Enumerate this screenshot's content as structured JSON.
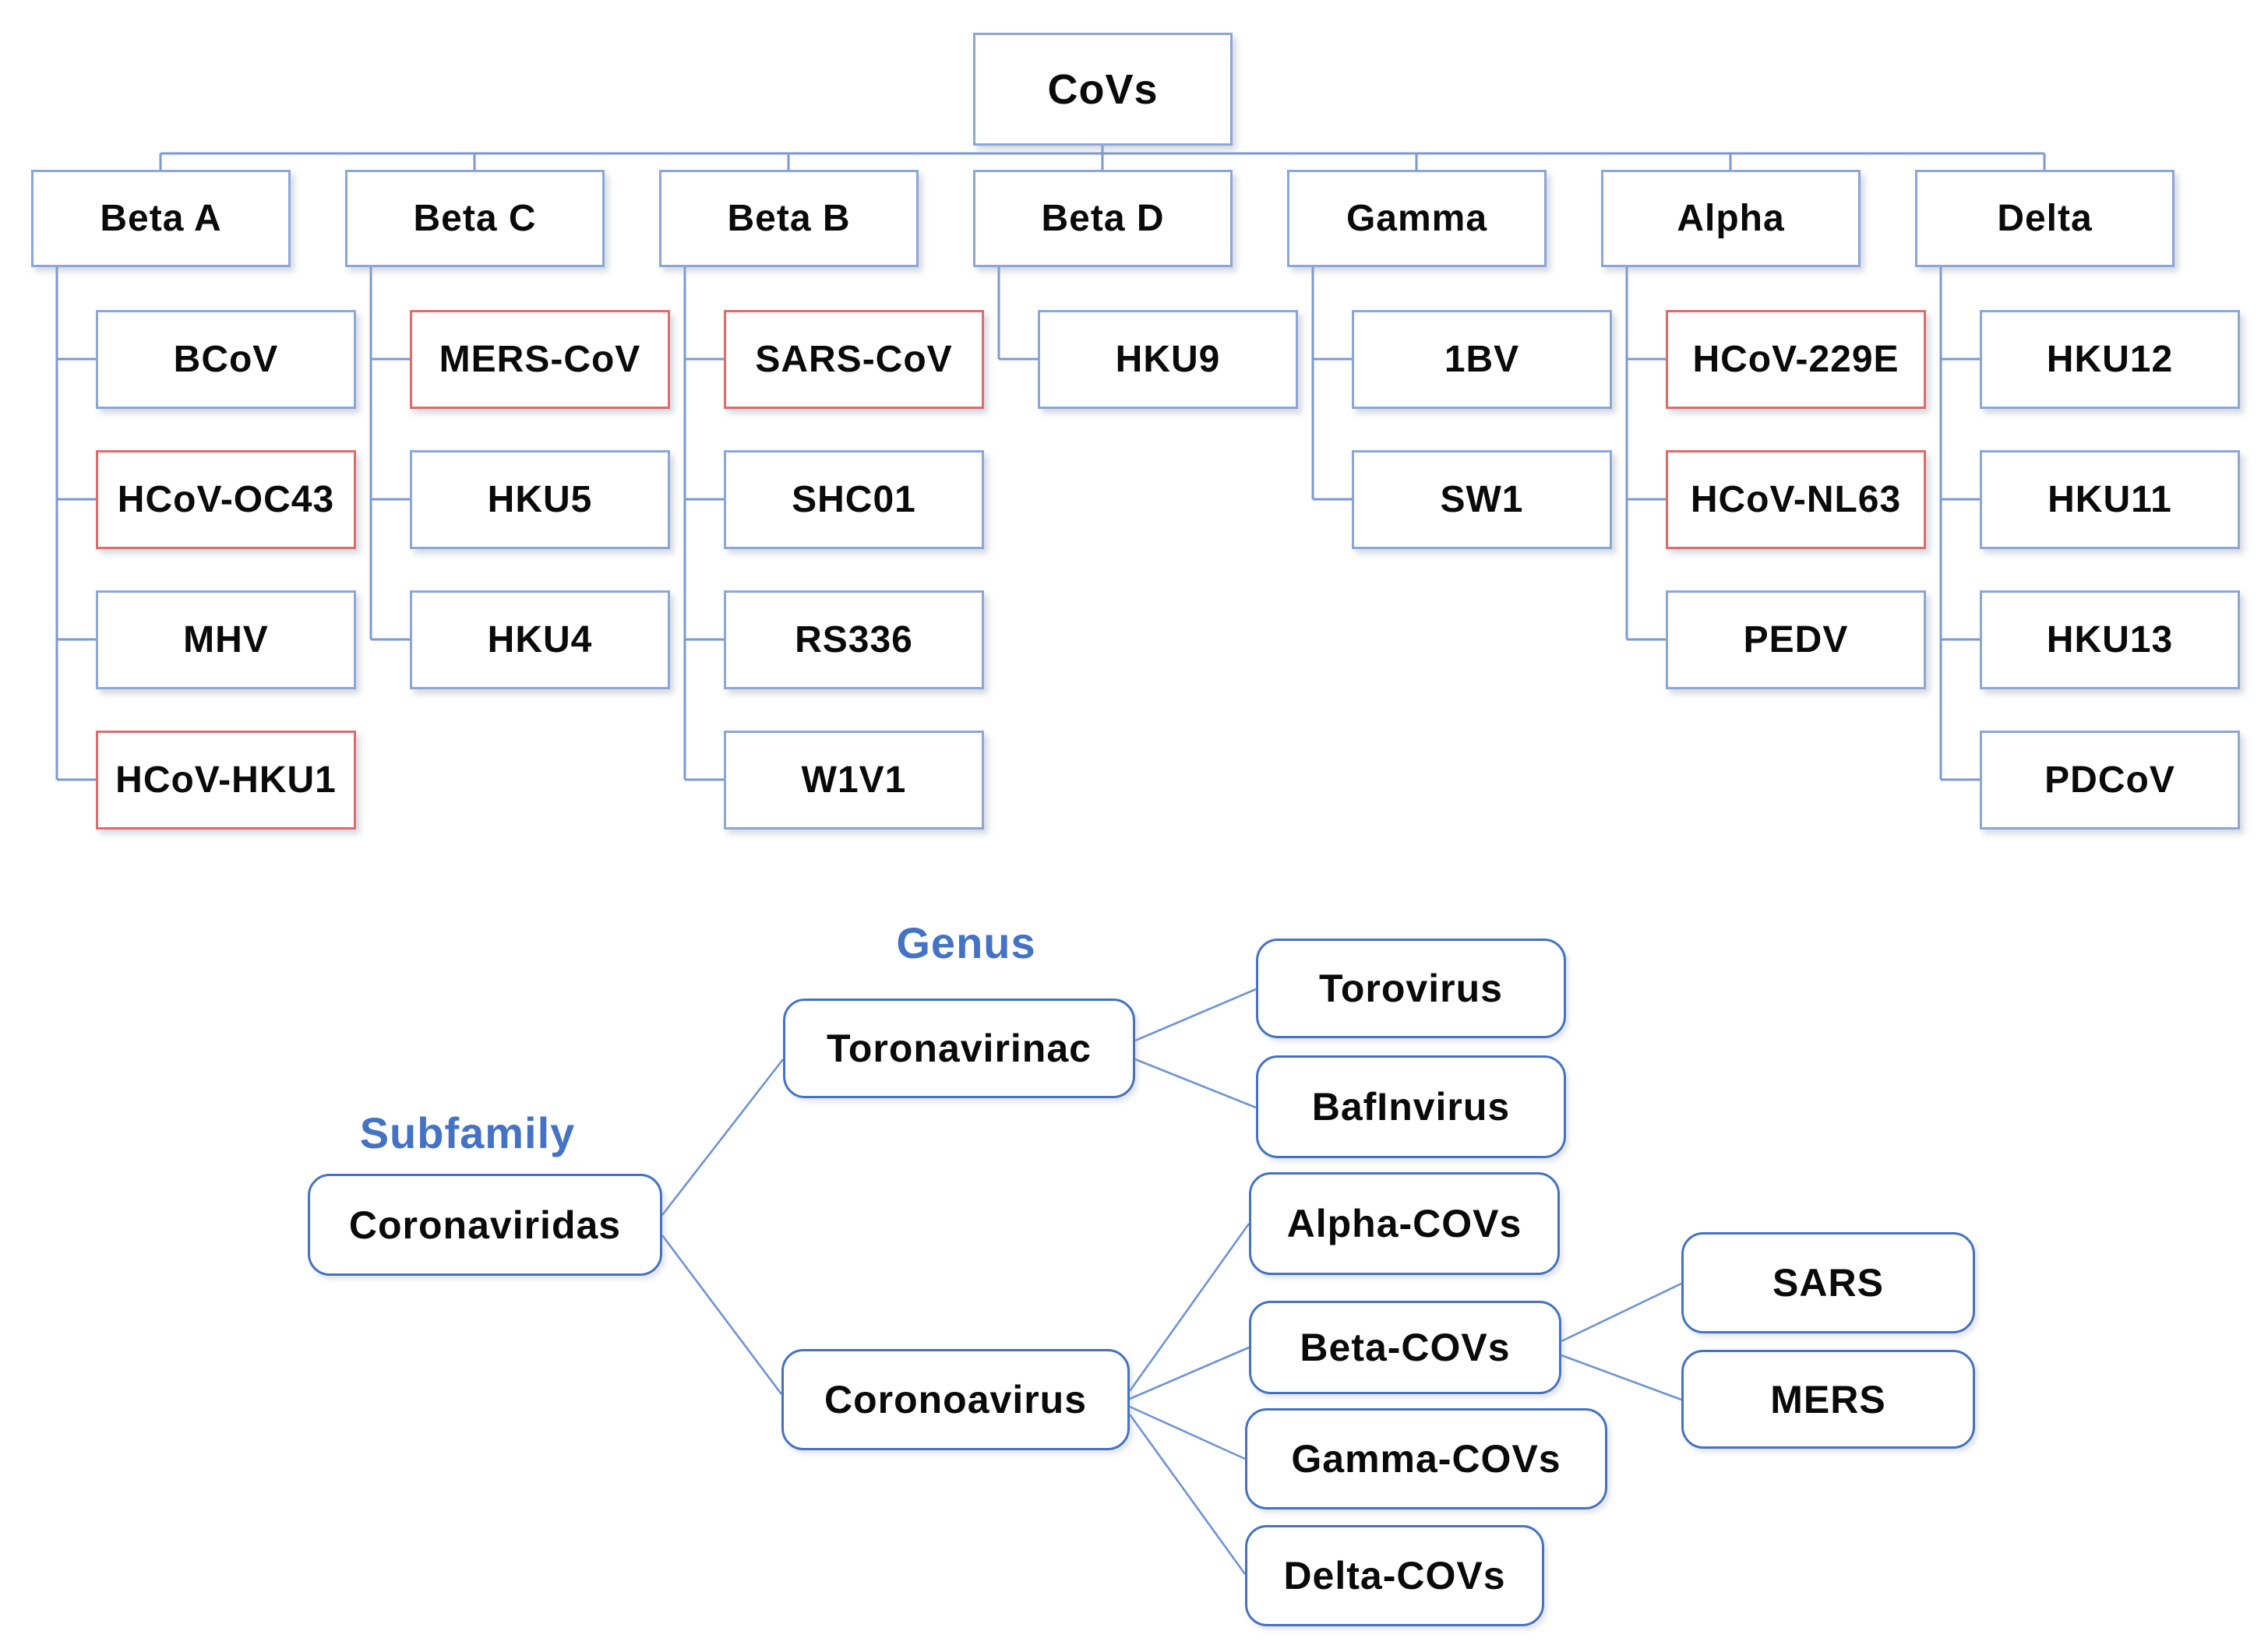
{
  "colors": {
    "top_box_border": "#8ca6d8",
    "highlight_border": "#e06b6b",
    "bottom_box_border": "#4472c4",
    "connector_line": "#7b9ad2",
    "label_blue": "#4472c4",
    "text": "#0a0a0a",
    "background": "#ffffff"
  },
  "top_tree": {
    "root": {
      "label": "CoVs"
    },
    "groups": [
      {
        "label": "Beta A",
        "children": [
          {
            "label": "BCoV",
            "highlighted": false
          },
          {
            "label": "HCoV-OC43",
            "highlighted": true
          },
          {
            "label": "MHV",
            "highlighted": false
          },
          {
            "label": "HCoV-HKU1",
            "highlighted": true
          }
        ]
      },
      {
        "label": "Beta C",
        "children": [
          {
            "label": "MERS-CoV",
            "highlighted": true
          },
          {
            "label": "HKU5",
            "highlighted": false
          },
          {
            "label": "HKU4",
            "highlighted": false
          }
        ]
      },
      {
        "label": "Beta B",
        "children": [
          {
            "label": "SARS-CoV",
            "highlighted": true
          },
          {
            "label": "SHC01",
            "highlighted": false
          },
          {
            "label": "RS336",
            "highlighted": false
          },
          {
            "label": "W1V1",
            "highlighted": false
          }
        ]
      },
      {
        "label": "Beta D",
        "children": [
          {
            "label": "HKU9",
            "highlighted": false
          }
        ]
      },
      {
        "label": "Gamma",
        "children": [
          {
            "label": "1BV",
            "highlighted": false
          },
          {
            "label": "SW1",
            "highlighted": false
          }
        ]
      },
      {
        "label": "Alpha",
        "children": [
          {
            "label": "HCoV-229E",
            "highlighted": true
          },
          {
            "label": "HCoV-NL63",
            "highlighted": true
          },
          {
            "label": "PEDV",
            "highlighted": false
          }
        ]
      },
      {
        "label": "Delta",
        "children": [
          {
            "label": "HKU12",
            "highlighted": false
          },
          {
            "label": "HKU11",
            "highlighted": false
          },
          {
            "label": "HKU13",
            "highlighted": false
          },
          {
            "label": "PDCoV",
            "highlighted": false
          }
        ]
      }
    ]
  },
  "bottom_tree": {
    "labels": {
      "subfamily": "Subfamily",
      "genus": "Genus"
    },
    "subfamily_node": {
      "label": "Coronaviridas"
    },
    "genus_nodes": [
      {
        "label": "Toronavirinac"
      },
      {
        "label": "Coronoavirus"
      }
    ],
    "toronavirinac_children": [
      {
        "label": "Torovirus"
      },
      {
        "label": "BafInvirus"
      }
    ],
    "coronoavirus_children": [
      {
        "label": "Alpha-COVs"
      },
      {
        "label": "Beta-COVs"
      },
      {
        "label": "Gamma-COVs"
      },
      {
        "label": "Delta-COVs"
      }
    ],
    "beta_covs_children": [
      {
        "label": "SARS"
      },
      {
        "label": "MERS"
      }
    ]
  }
}
